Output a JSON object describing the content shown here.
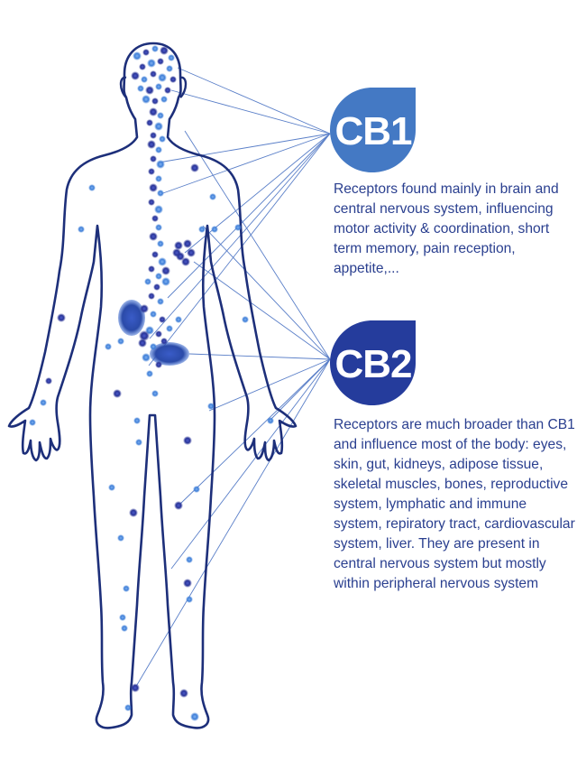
{
  "colors": {
    "cb1": "#4479c4",
    "cb2": "#253c9c",
    "outline": "#1d2f7a",
    "text": "#2a3f8f",
    "line": "#5a7fc8"
  },
  "cb1": {
    "label": "CB1",
    "description": "Receptors found mainly in brain and central nervous system, influencing motor activity & coordination, short term memory, pain reception, appetite,..."
  },
  "cb2": {
    "label": "CB2",
    "description": "Receptors are much broader than CB1 and influence most of the body: eyes, skin, gut, kidneys, adipose tissue, skeletal muscles, bones, reproductive system, lymphatic and immune system, repiratory tract, cardiovascular system, liver. They are present in central nervous system but mostly within peripheral nervous system"
  }
}
